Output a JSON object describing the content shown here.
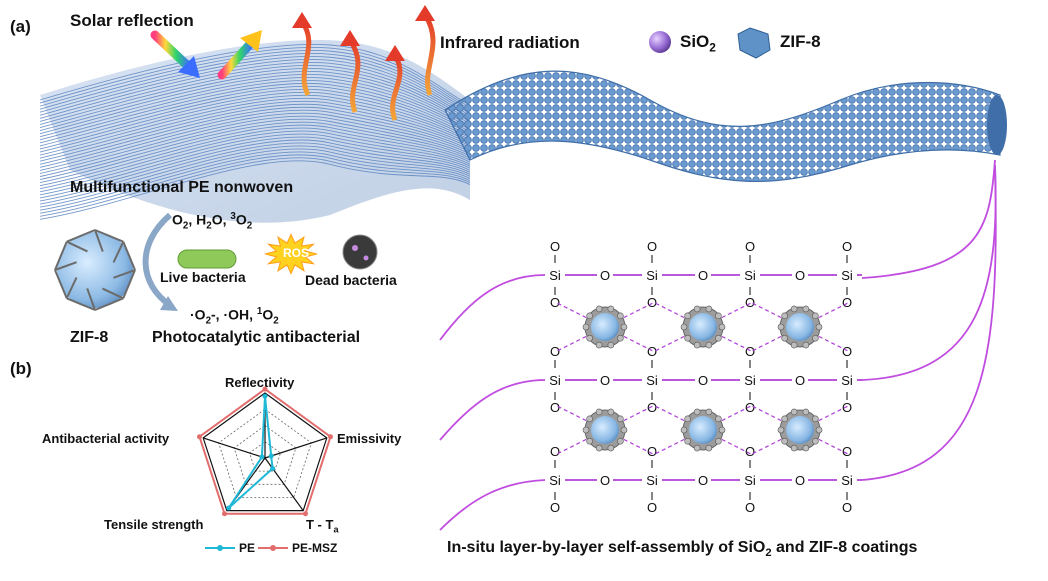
{
  "panel_a": {
    "label": "(a)",
    "solar_reflection": "Solar reflection",
    "infrared_radiation": "Infrared radiation",
    "legend_sio2_main": "SiO",
    "legend_sio2_sub": "2",
    "legend_zif8": "ZIF-8",
    "nonwoven_title": "Multifunctional PE nonwoven",
    "reactants": {
      "o2": "O",
      "o2_sub": "2",
      "comma1": ", H",
      "h2o_sub": "2",
      "h2o_rest": "O, ",
      "so_sup": "3",
      "so_main": "O",
      "so_sub": "2"
    },
    "ros_label": "ROS",
    "live_bacteria": "Live bacteria",
    "dead_bacteria": "Dead bacteria",
    "products": {
      "p1": "·O",
      "p1_sub": "2",
      "p1_rest": "-, ·OH, ",
      "p2_sup": "1",
      "p2_main": "O",
      "p2_sub": "2"
    },
    "zif8_label": "ZIF-8",
    "photocatalytic": "Photocatalytic antibacterial",
    "lattice_si": "Si",
    "lattice_o": "O",
    "caption_main": "In-situ layer-by-layer self-assembly of SiO",
    "caption_sub": "2",
    "caption_rest": " and ZIF-8 coatings"
  },
  "panel_b": {
    "label": "(b)",
    "axis_reflectivity": "Reflectivity",
    "axis_emissivity": "Emissivity",
    "axis_t_main": "T - T",
    "axis_t_sub": "a",
    "axis_tensile": "Tensile strength",
    "axis_antibacterial": "Antibacterial activity",
    "legend_pe": "PE",
    "legend_pemsz": "PE-MSZ"
  },
  "colors": {
    "fiber": "#6a8fc6",
    "sphere": "#a77bd8",
    "zif": "#5f93c8",
    "lattice_line": "#b040d8",
    "pe": "#1fb8d6",
    "pemsz": "#e26d6d"
  },
  "chart_data": {
    "type": "radar",
    "axes": [
      "Reflectivity",
      "Emissivity",
      "T - Ta",
      "Tensile strength",
      "Antibacterial activity"
    ],
    "range": [
      0,
      1
    ],
    "series": [
      {
        "name": "PE",
        "values": [
          0.95,
          0.1,
          0.2,
          0.95,
          0.05
        ]
      },
      {
        "name": "PE-MSZ",
        "values": [
          1.0,
          1.0,
          1.0,
          1.0,
          1.0
        ]
      }
    ]
  }
}
